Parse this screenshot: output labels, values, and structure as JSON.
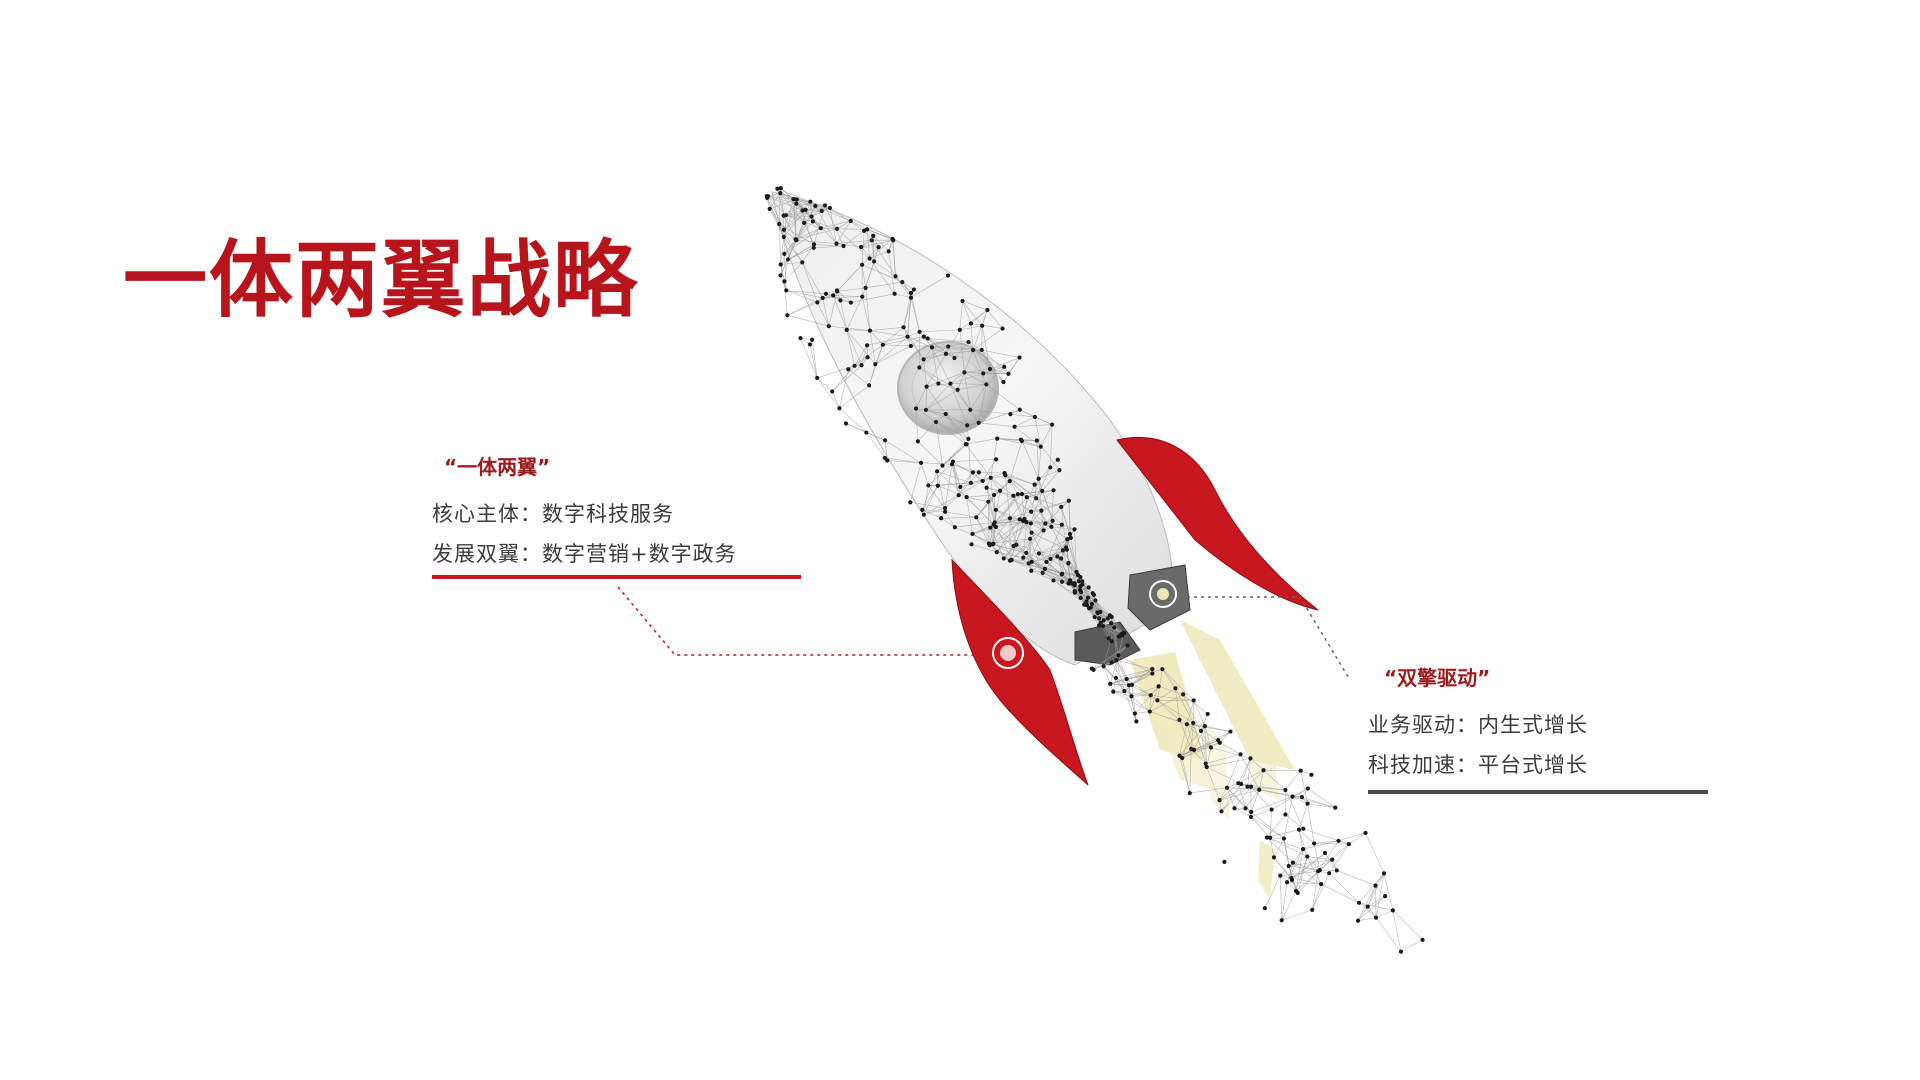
{
  "title": "一体两翼战略",
  "left_callout": {
    "heading": "“一体两翼”",
    "line1": "核心主体：数字科技服务",
    "line2": "发展双翼：数字营销+数字政务"
  },
  "right_callout": {
    "heading": "“双擎驱动”",
    "line1": "业务驱动：内生式增长",
    "line2": "科技加速：平台式增长"
  },
  "colors": {
    "accent_red": "#c8171e",
    "heading_red": "#9e1a1d",
    "dark_gray": "#4a4a4a",
    "flame_yellow": "#ece5b0"
  },
  "illustration": "low-poly-rocket-icon"
}
